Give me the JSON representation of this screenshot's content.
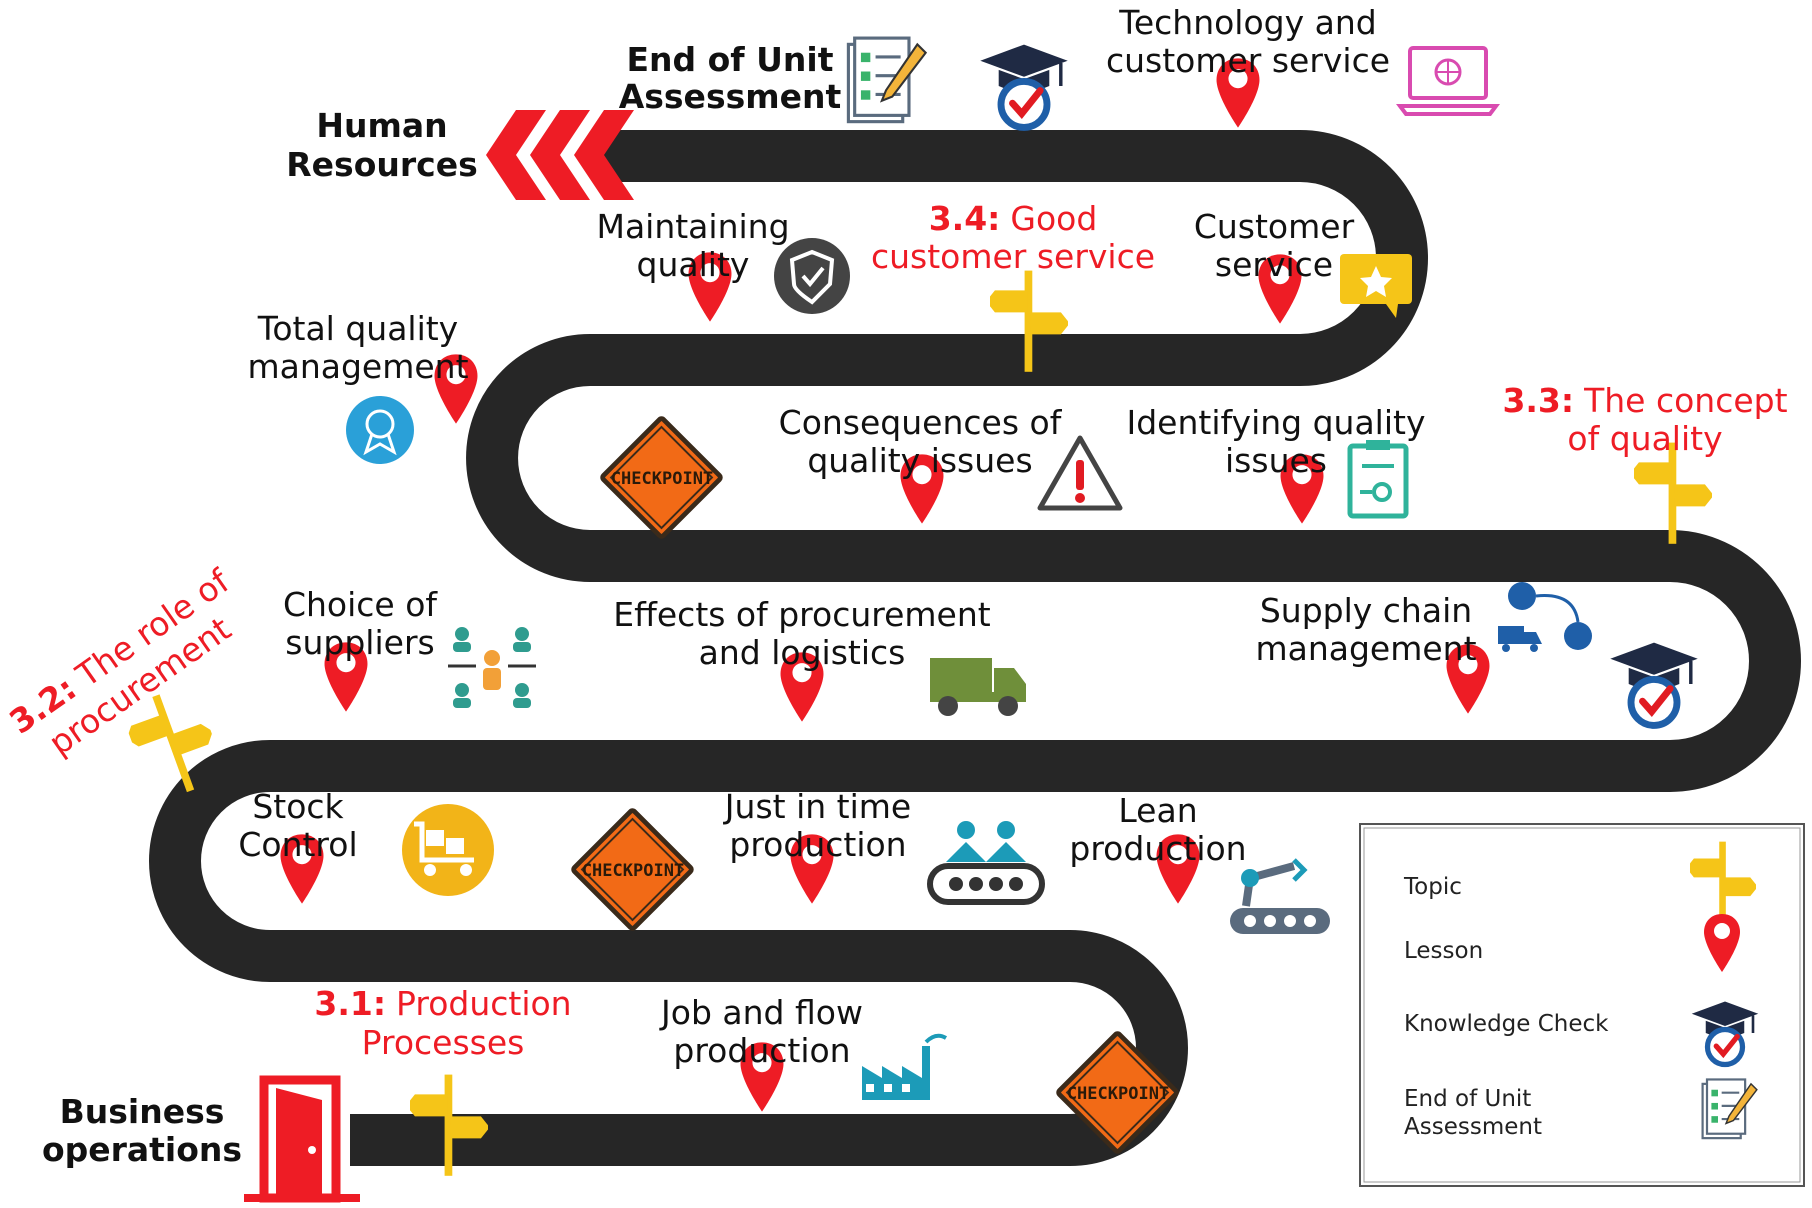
{
  "colors": {
    "road": "#262626",
    "accent": "#ee1c25",
    "signpost": "#f5c518",
    "checkpoint": "#f26a16",
    "text": "#111111"
  },
  "start": {
    "line1": "Business",
    "line2": "operations",
    "icon": "door-icon"
  },
  "end": {
    "line1": "Human",
    "line2": "Resources",
    "icon": "chevrons-icon"
  },
  "assessment": {
    "line1": "End of Unit",
    "line2": "Assessment",
    "icon": "checklist-icon"
  },
  "topics": [
    {
      "num": "3.1:",
      "line1": "Production",
      "line2": "Processes"
    },
    {
      "num": "3.2:",
      "line1": "The role of",
      "line2": "procurement"
    },
    {
      "num": "3.3:",
      "line1": "The concept",
      "line2": "of quality"
    },
    {
      "num": "3.4:",
      "line1": "Good",
      "line2": "customer service"
    }
  ],
  "lessons": [
    {
      "line1": "Job and flow",
      "line2": "production",
      "icon": "factory-icon"
    },
    {
      "line1": "Lean",
      "line2": "production",
      "icon": "robot-arm-icon"
    },
    {
      "line1": "Just in time",
      "line2": "production",
      "icon": "conveyor-icon"
    },
    {
      "line1": "Stock",
      "line2": "Control",
      "icon": "trolley-icon"
    },
    {
      "line1": "Choice of",
      "line2": "suppliers",
      "icon": "network-people-icon"
    },
    {
      "line1": "Effects of procurement",
      "line2": "and logistics",
      "icon": "truck-icon"
    },
    {
      "line1": "Supply chain",
      "line2": "management",
      "icon": "supply-chain-icon"
    },
    {
      "line1": "Identifying quality",
      "line2": "issues",
      "icon": "certificate-icon"
    },
    {
      "line1": "Consequences of",
      "line2": "quality issues",
      "icon": "warning-icon"
    },
    {
      "line1": "Total quality",
      "line2": "management",
      "icon": "badge-icon"
    },
    {
      "line1": "Maintaining",
      "line2": "quality",
      "icon": "shield-icon"
    },
    {
      "line1": "Customer",
      "line2": "service",
      "icon": "star-bubble-icon"
    },
    {
      "line1": "Technology and",
      "line2": "customer service",
      "icon": "laptop-icon"
    }
  ],
  "checkpoint_label": "CHECKPOINT",
  "legend": {
    "topic": "Topic",
    "lesson": "Lesson",
    "knowledge_check": "Knowledge Check",
    "assessment_line1": "End of Unit",
    "assessment_line2": "Assessment"
  }
}
